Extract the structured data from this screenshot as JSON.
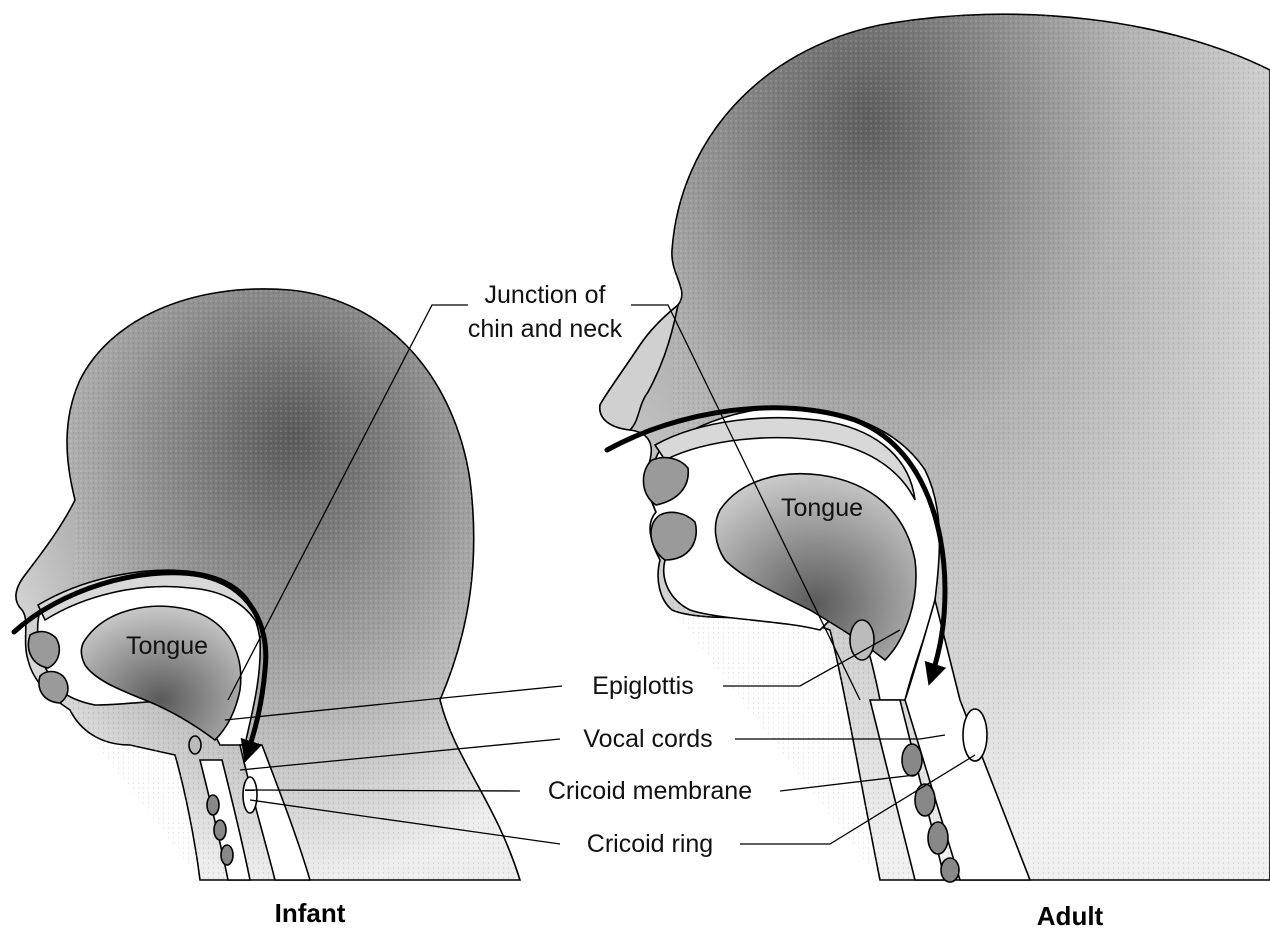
{
  "labels": {
    "junction_line1": "Junction of",
    "junction_line2": "chin and neck",
    "tongue_infant": "Tongue",
    "tongue_adult": "Tongue",
    "epiglottis": "Epiglottis",
    "vocal_cords": "Vocal cords",
    "cricoid_membrane": "Cricoid membrane",
    "cricoid_ring": "Cricoid ring"
  },
  "captions": {
    "infant": "Infant",
    "adult": "Adult"
  },
  "colors": {
    "shade_dark": "#6e6e6e",
    "shade_light": "#e6e6e6",
    "line": "#000000"
  }
}
